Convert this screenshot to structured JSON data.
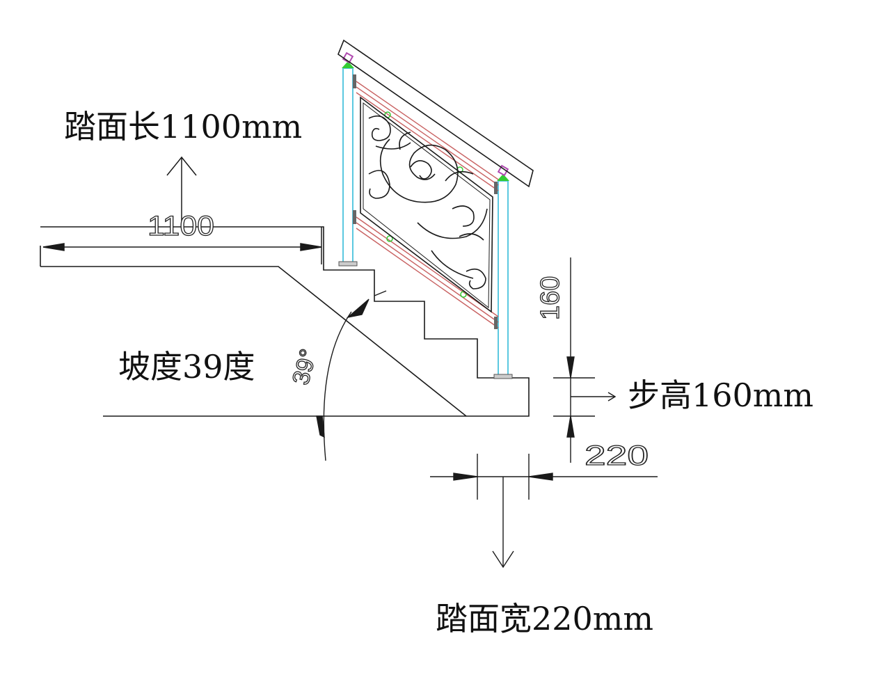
{
  "diagram": {
    "title": "Stair railing section with dimensions",
    "colors": {
      "line": "#1a1a1a",
      "post": "#5bc8e0",
      "rail_red": "#c86060",
      "node_green": "#33cc33",
      "node_purple": "#b04ab0",
      "background": "#ffffff"
    },
    "labels": {
      "tread_length": "踏面长1100mm",
      "slope": "坡度39度",
      "step_height": "步高160mm",
      "tread_width": "踏面宽220mm"
    },
    "dimensions": {
      "tread_length_value": "1100",
      "step_height_value": "160",
      "tread_width_value": "220",
      "angle_value": "39°"
    },
    "components": [
      "handrail",
      "left-post",
      "right-post",
      "decorative-scroll-panel",
      "lower-rails",
      "upper-rails",
      "stair-steps",
      "ground-line"
    ]
  }
}
